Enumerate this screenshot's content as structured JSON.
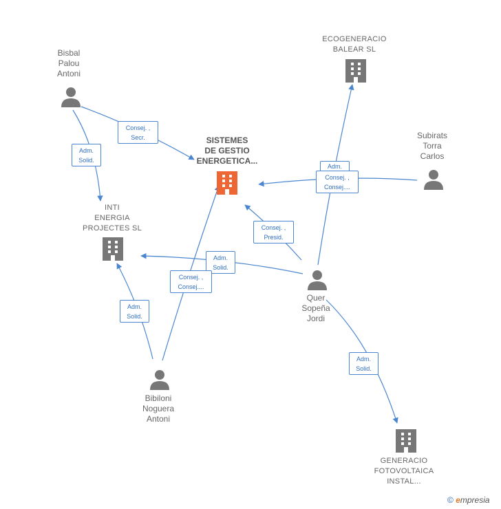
{
  "colors": {
    "edge": "#4a86d0",
    "person": "#777777",
    "building": "#777777",
    "center": "#ee6633"
  },
  "nodes": {
    "center": {
      "label": "SISTEMES\nDE GESTIO\nENERGETICA...",
      "icon": "building-icon"
    },
    "ecogeneracio": {
      "label": "ECOGENERACIO\nBALEAR  SL",
      "icon": "building-icon"
    },
    "inti": {
      "label": "INTI\nENERGIA\nPROJECTES SL",
      "icon": "building-icon"
    },
    "generacio": {
      "label": "GENERACIO\nFOTOVOLTAICA\nINSTAL...",
      "icon": "building-icon"
    },
    "bisbal": {
      "label": "Bisbal\nPalou\nAntoni",
      "icon": "person-icon"
    },
    "subirats": {
      "label": "Subirats\nTorra\nCarlos",
      "icon": "person-icon"
    },
    "quer": {
      "label": "Quer\nSopeña\nJordi",
      "icon": "person-icon"
    },
    "bibiloni": {
      "label": "Bibiloni\nNoguera\nAntoni",
      "icon": "person-icon"
    }
  },
  "edges": {
    "bisbal_center": "Consej. ,\nSecr.",
    "bisbal_inti": "Adm.\nSolid.",
    "quer_ecogeneracio": "Adm.\nSolid.",
    "subirats_center": "Consej. ,\nConsej....",
    "quer_center": "Consej. ,\nPresid.",
    "quer_inti": "Adm.\nSolid.",
    "bibiloni_center": "Consej. ,\nConsej....",
    "bibiloni_inti": "Adm.\nSolid.",
    "quer_generacio": "Adm.\nSolid."
  },
  "watermark": {
    "copyright": "©",
    "brand_e": "e",
    "brand_rest": "mpresia"
  }
}
